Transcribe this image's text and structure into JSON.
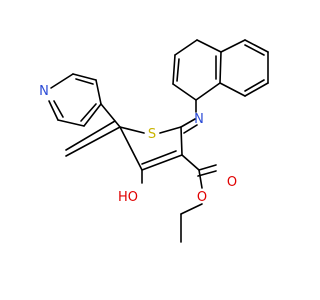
{
  "molecule": {
    "atoms": {
      "pyridine_n": {
        "symbol": "N",
        "color": "#2b4bd6"
      },
      "ring_s": {
        "symbol": "S",
        "color": "#c9b400"
      },
      "imine_n": {
        "symbol": "N",
        "color": "#2b4bd6"
      },
      "hydroxyl": {
        "symbol": "HO",
        "color": "#e00000"
      },
      "carbonyl_o": {
        "symbol": "O",
        "color": "#e00000"
      },
      "ester_o": {
        "symbol": "O",
        "color": "#e00000"
      }
    },
    "bond_color": "#000000"
  }
}
